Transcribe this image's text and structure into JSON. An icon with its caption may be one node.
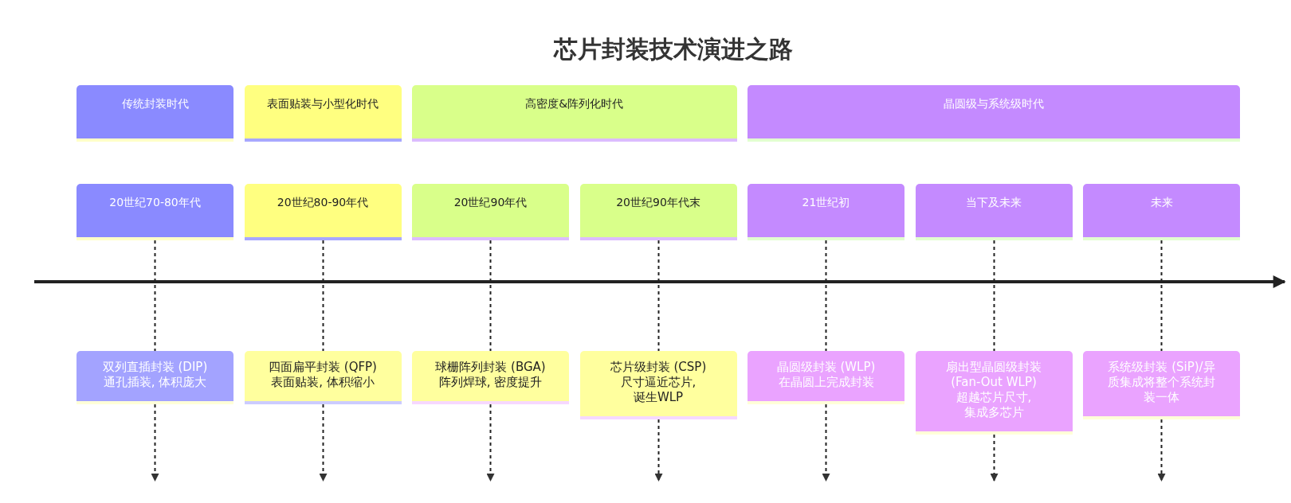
{
  "diagram": {
    "title": "芯片封装技术演进之路",
    "nodes": [
      {
        "text": [
          "传统封装时代"
        ]
      },
      {
        "text": [
          "表面贴装与小型化时代"
        ]
      },
      {
        "text": [
          "高密度&阵列化时代"
        ]
      },
      {
        "text": [
          "晶圆级与系统级时代"
        ]
      },
      {
        "text": [
          "20世纪70-80年代"
        ]
      },
      {
        "text": [
          "20世纪80-90年代"
        ]
      },
      {
        "text": [
          "20世纪90年代"
        ]
      },
      {
        "text": [
          "20世纪90年代末"
        ]
      },
      {
        "text": [
          "21世纪初"
        ]
      },
      {
        "text": [
          "当下及未来"
        ]
      },
      {
        "text": [
          "未来"
        ]
      },
      {
        "text": [
          "双列直插封装 (DIP) 通孔插装, 体积庞大"
        ]
      },
      {
        "text": [
          "四面扁平封装 (QFP) 表面贴装, 体积缩小"
        ]
      },
      {
        "text": [
          "球栅阵列封装 (BGA) 阵列焊球, 密度提升"
        ]
      },
      {
        "text": [
          "芯片级封装 (CSP) 尺寸逼近芯片, 诞生WLP"
        ]
      },
      {
        "text": [
          "晶圆级封装 (WLP) 在晶圆上完成封装"
        ]
      },
      {
        "text": [
          "扇出型晶圆级封装 (Fan-Out WLP) 超越芯片尺寸, 集成多芯片"
        ]
      },
      {
        "text": [
          "系统级封装 (SiP)/异质集成将整个系统封装一体"
        ]
      }
    ],
    "edges": [
      {
        "from": 4,
        "to": 11,
        "arrow": "none",
        "style": "dashed"
      },
      {
        "from": 5,
        "to": 12,
        "arrow": "none",
        "style": "dashed"
      },
      {
        "from": 6,
        "to": 13,
        "arrow": "none",
        "style": "dashed"
      },
      {
        "from": 7,
        "to": 14,
        "arrow": "none",
        "style": "dashed"
      },
      {
        "from": 8,
        "to": 15,
        "arrow": "none",
        "style": "dashed"
      },
      {
        "from": 9,
        "to": 16,
        "arrow": "none",
        "style": "dashed"
      },
      {
        "from": 10,
        "to": 17,
        "arrow": "none",
        "style": "dashed"
      },
      {
        "from": 11,
        "to": null,
        "arrow": "to",
        "style": "dashed"
      },
      {
        "from": 12,
        "to": null,
        "arrow": "to",
        "style": "dashed"
      },
      {
        "from": 13,
        "to": null,
        "arrow": "to",
        "style": "dashed"
      },
      {
        "from": 14,
        "to": null,
        "arrow": "to",
        "style": "dashed"
      },
      {
        "from": 15,
        "to": null,
        "arrow": "to",
        "style": "dashed"
      },
      {
        "from": 16,
        "to": null,
        "arrow": "to",
        "style": "dashed"
      },
      {
        "from": 17,
        "to": null,
        "arrow": "to",
        "style": "dashed"
      }
    ]
  }
}
